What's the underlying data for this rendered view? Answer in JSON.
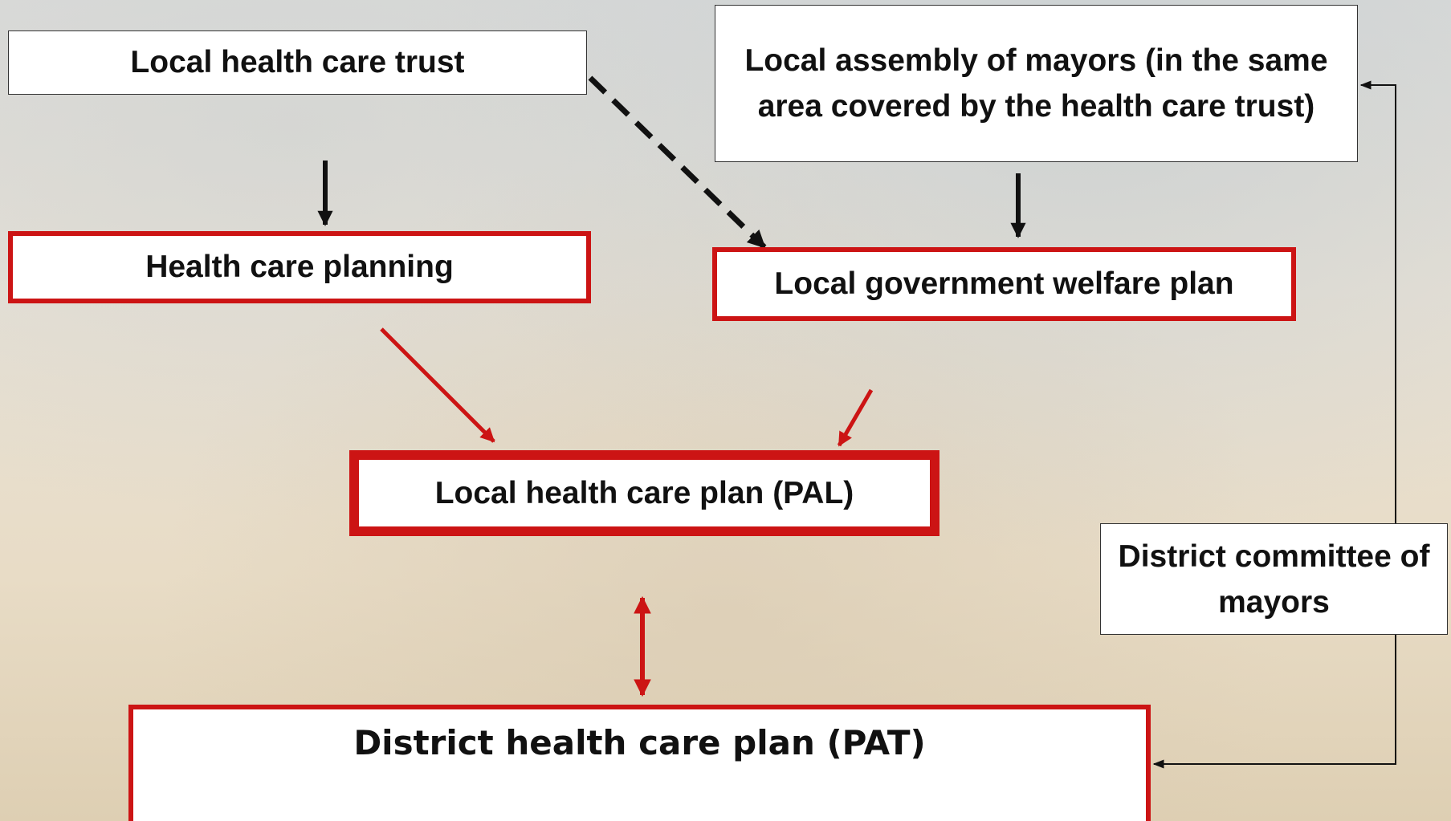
{
  "nodes": {
    "trust": "Local health care trust",
    "assembly": "Local assembly of mayors (in the same area covered by the health care trust)",
    "planning": "Health care planning",
    "welfare": "Local government welfare plan",
    "pal": "Local health care plan (PAL)",
    "committee": "District committee of mayors",
    "pat": "District health care plan (PAT)"
  },
  "colors": {
    "accent_red": "#cc1414",
    "black": "#111111"
  }
}
